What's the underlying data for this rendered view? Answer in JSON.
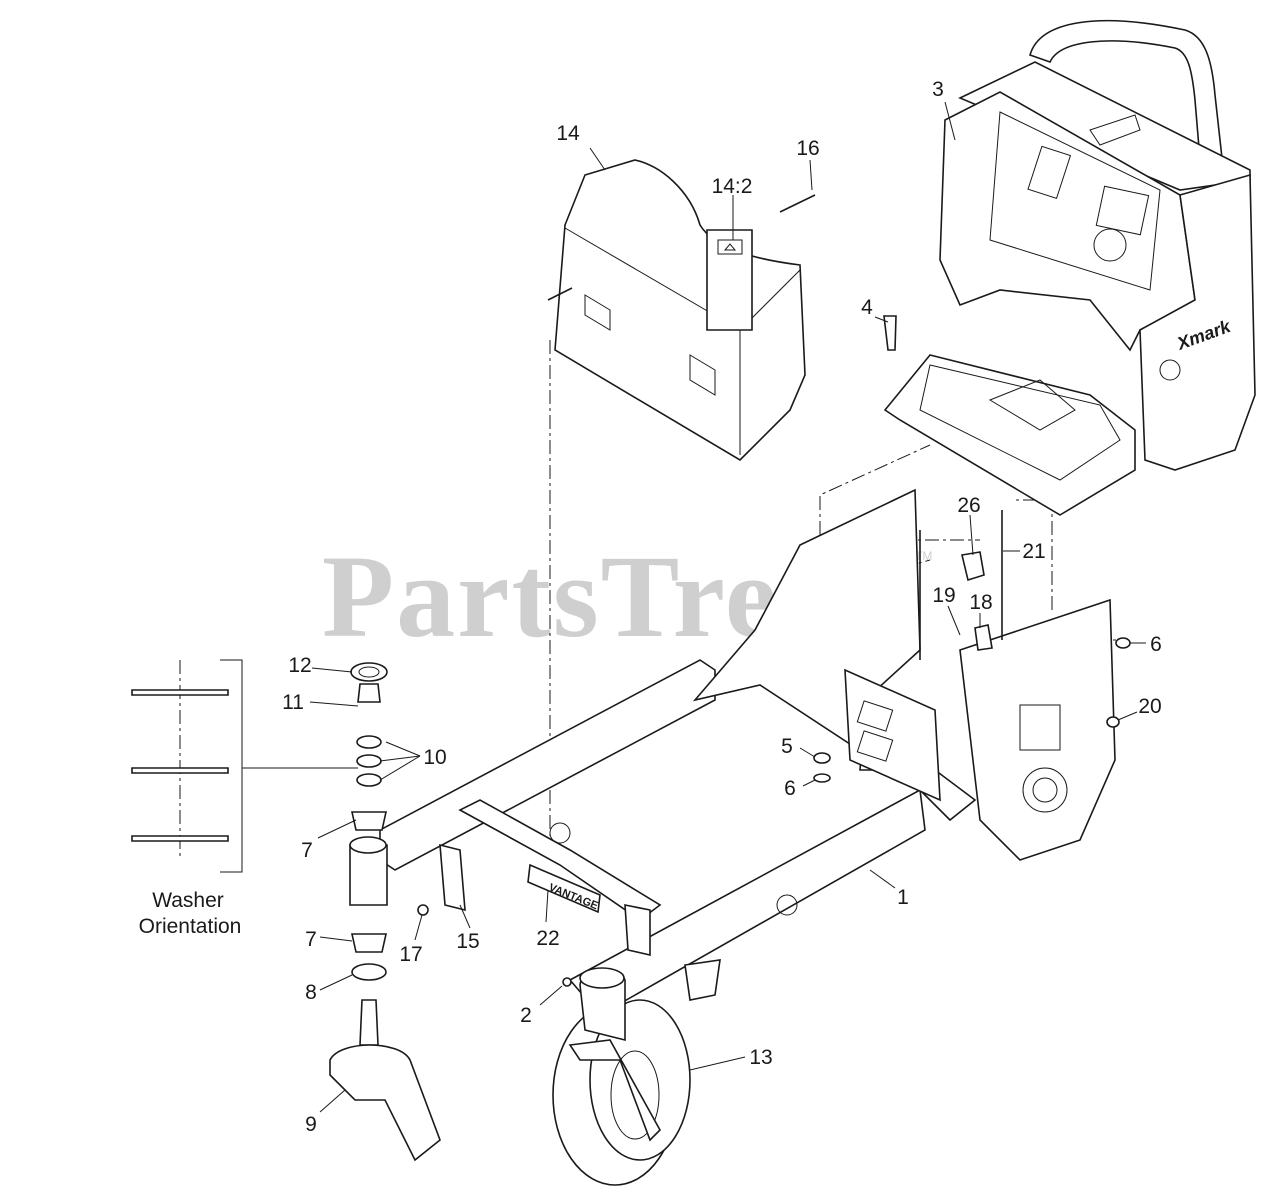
{
  "watermark": {
    "text": "PartsTree",
    "mark": "TM"
  },
  "washer_note": {
    "line1": "Washer",
    "line2": "Orientation"
  },
  "callouts": [
    "1",
    "2",
    "3",
    "4",
    "5",
    "6",
    "6",
    "7",
    "7",
    "8",
    "9",
    "10",
    "11",
    "12",
    "13",
    "14",
    "14:2",
    "15",
    "16",
    "17",
    "18",
    "19",
    "20",
    "21",
    "22",
    "26"
  ],
  "decals": {
    "brand": "Xmark",
    "deck_badge": "VANTAGE"
  }
}
